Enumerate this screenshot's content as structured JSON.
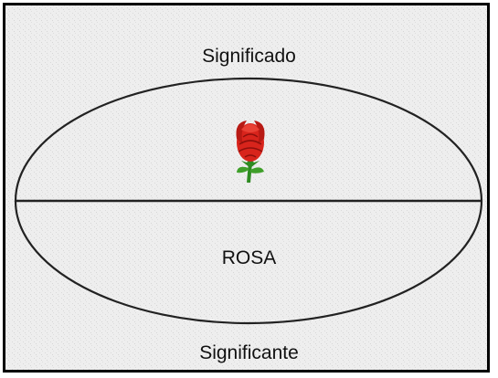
{
  "diagram": {
    "signified_label": "Significado",
    "sign_word": "ROSA",
    "signifier_label": "Significante",
    "rose_icon": "rose-icon",
    "colors": {
      "frame_border": "#000000",
      "background": "#ededed",
      "ellipse_stroke": "#222222",
      "rose_red": "#d8241c",
      "rose_dark": "#8e0f0c",
      "stem_green": "#2e8b22"
    }
  }
}
